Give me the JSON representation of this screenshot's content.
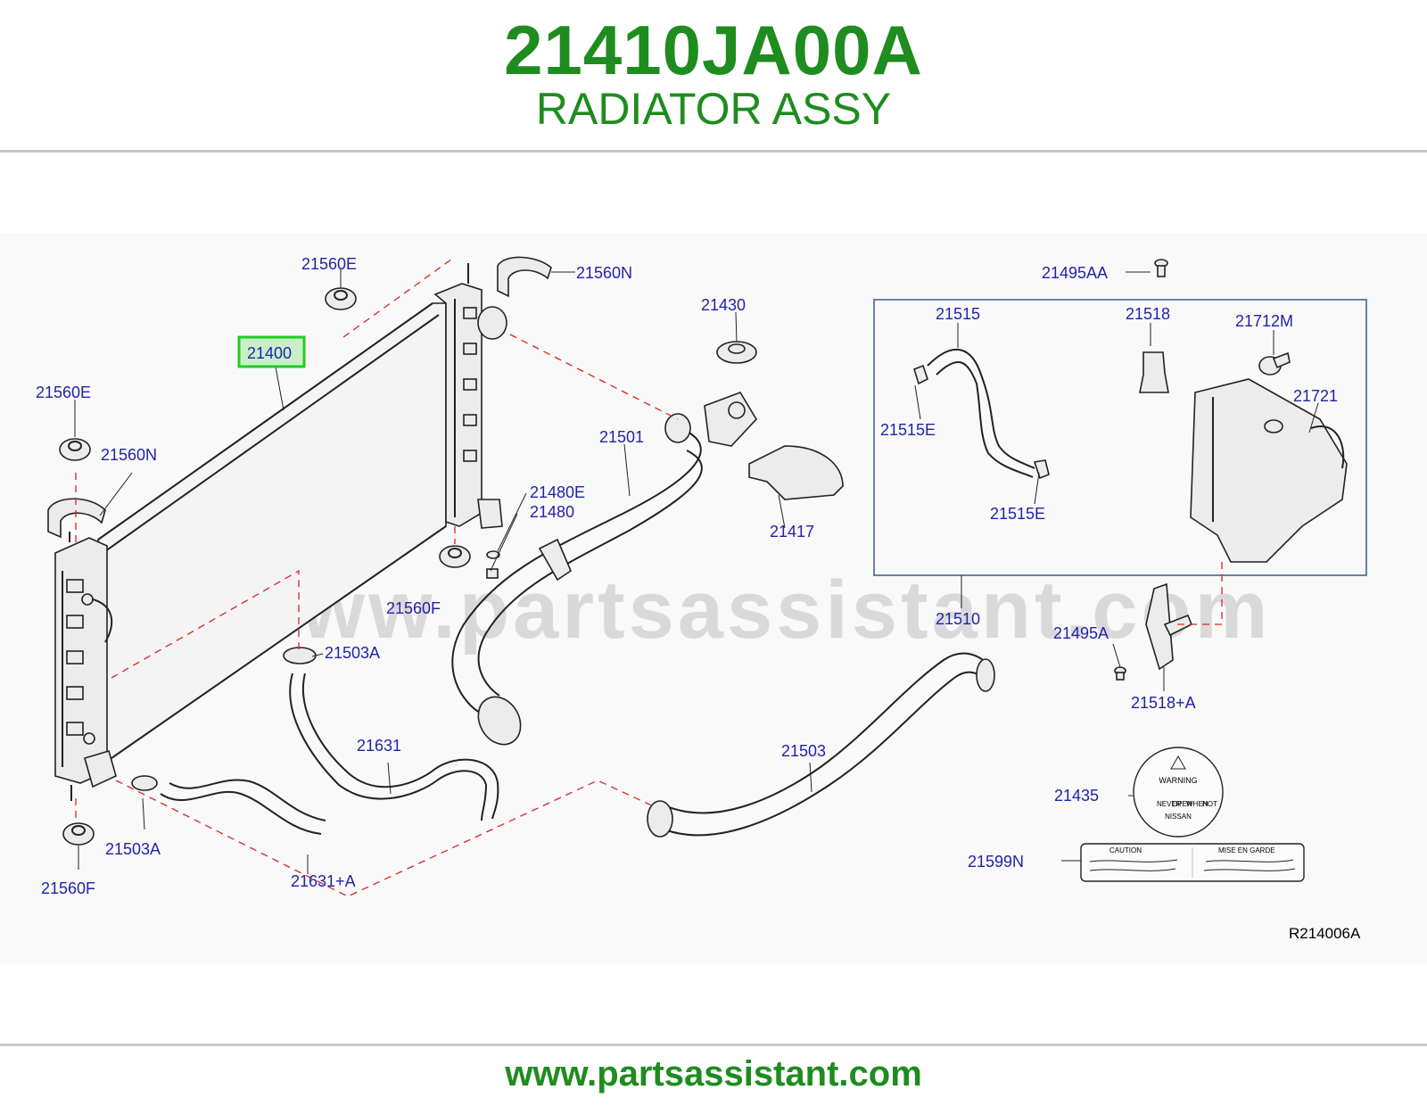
{
  "header": {
    "part_number": "21410JA00A",
    "description": "RADIATOR ASSY"
  },
  "diagram": {
    "watermark": "www.partsassistant.com",
    "highlighted_label": "21400",
    "labels": [
      "21560E",
      "21560N",
      "21430",
      "21495AA",
      "21515",
      "21518",
      "21712M",
      "21400",
      "21560E",
      "21501",
      "21721",
      "21560N",
      "21515E",
      "21480E",
      "21480",
      "21417",
      "21515E",
      "21560F",
      "21510",
      "21495A",
      "21503A",
      "21518+A",
      "21631",
      "21503",
      "21435",
      "21503A",
      "21599N",
      "21560F",
      "21631+A"
    ],
    "reference": "R214006A",
    "warning_tag": {
      "heading": "WARNING",
      "brand": "NISSAN",
      "small": [
        "NEVER",
        "OPEN",
        "WHEN",
        "HOT"
      ]
    },
    "caution_tag": {
      "left_heading": "CAUTION",
      "right_heading": "MISE  EN  GARDE"
    }
  },
  "footer": {
    "url": "www.partsassistant.com"
  },
  "colors": {
    "brand_green": "#1e8c1e",
    "label_blue": "#2222aa",
    "highlight": "#22cc22",
    "leader_dash": "#dd2222"
  }
}
